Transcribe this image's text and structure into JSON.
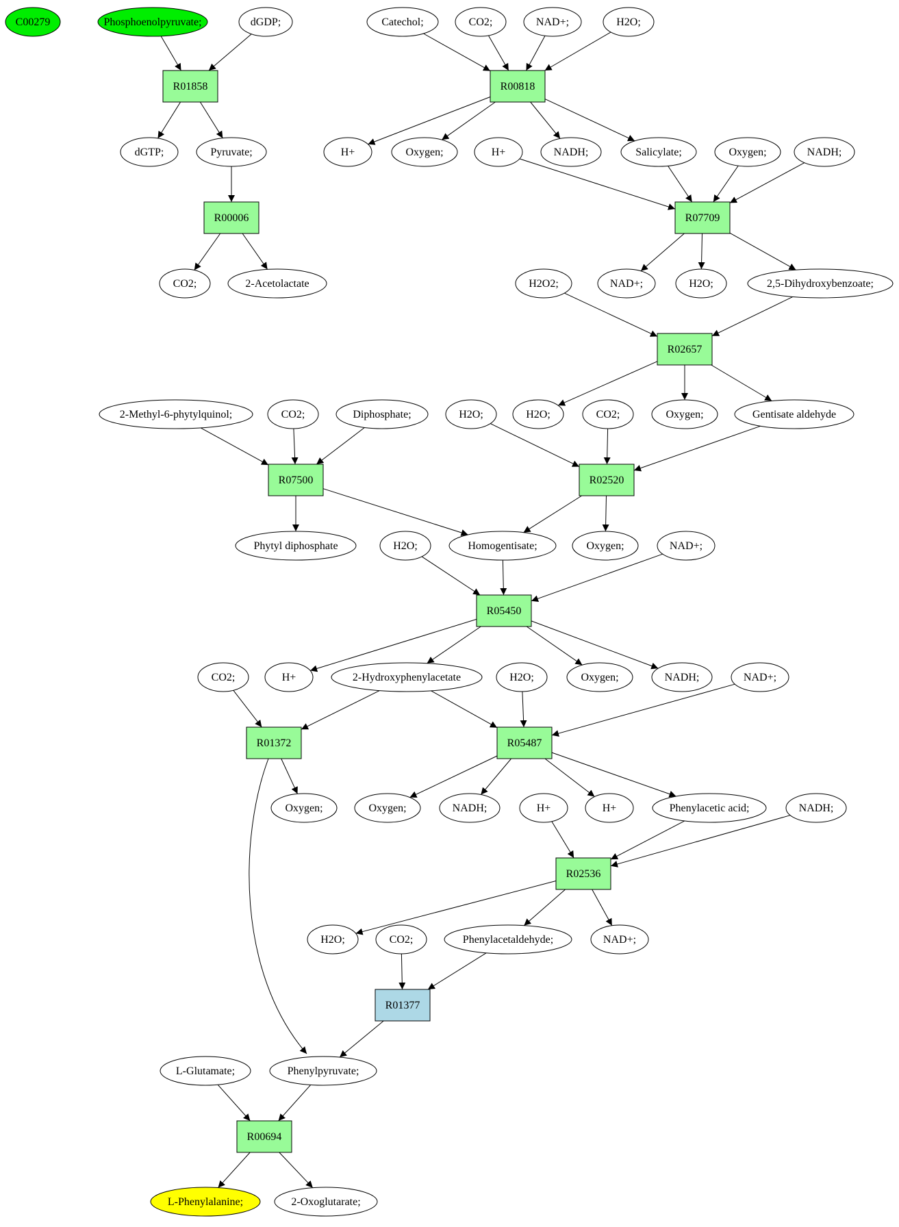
{
  "colors": {
    "reaction": "#98fb98",
    "highlight_reaction": "#add8e6",
    "source": "#00ee00",
    "target": "#ffff00",
    "metabolite": "#ffffff"
  },
  "nodes": [
    {
      "id": "c00279",
      "label": "C00279",
      "kind": "compound",
      "fill": "source"
    },
    {
      "id": "pep",
      "label": "Phosphoenolpyruvate;",
      "kind": "compound",
      "fill": "source"
    },
    {
      "id": "dgdp",
      "label": "dGDP;",
      "kind": "compound"
    },
    {
      "id": "r01858",
      "label": "R01858",
      "kind": "reaction"
    },
    {
      "id": "dgtp",
      "label": "dGTP;",
      "kind": "compound"
    },
    {
      "id": "pyr",
      "label": "Pyruvate;",
      "kind": "compound"
    },
    {
      "id": "r00006",
      "label": "R00006",
      "kind": "reaction"
    },
    {
      "id": "co2_a",
      "label": "CO2;",
      "kind": "compound"
    },
    {
      "id": "acetolactate",
      "label": "2-Acetolactate",
      "kind": "compound"
    },
    {
      "id": "catechol",
      "label": "Catechol;",
      "kind": "compound"
    },
    {
      "id": "co2_b",
      "label": "CO2;",
      "kind": "compound"
    },
    {
      "id": "nadp_a",
      "label": "NAD+;",
      "kind": "compound"
    },
    {
      "id": "h2o_a",
      "label": "H2O;",
      "kind": "compound"
    },
    {
      "id": "r00818",
      "label": "R00818",
      "kind": "reaction"
    },
    {
      "id": "hp_a",
      "label": "H+",
      "kind": "compound"
    },
    {
      "id": "oxy_a",
      "label": "Oxygen;",
      "kind": "compound"
    },
    {
      "id": "hp_b",
      "label": "H+",
      "kind": "compound"
    },
    {
      "id": "nadh_a",
      "label": "NADH;",
      "kind": "compound"
    },
    {
      "id": "salicylate",
      "label": "Salicylate;",
      "kind": "compound"
    },
    {
      "id": "oxy_b",
      "label": "Oxygen;",
      "kind": "compound"
    },
    {
      "id": "nadh_b",
      "label": "NADH;",
      "kind": "compound"
    },
    {
      "id": "r07709",
      "label": "R07709",
      "kind": "reaction"
    },
    {
      "id": "h2o2",
      "label": "H2O2;",
      "kind": "compound"
    },
    {
      "id": "nadp_b",
      "label": "NAD+;",
      "kind": "compound"
    },
    {
      "id": "h2o_b",
      "label": "H2O;",
      "kind": "compound"
    },
    {
      "id": "dhb",
      "label": "2,5-Dihydroxybenzoate;",
      "kind": "compound"
    },
    {
      "id": "r02657",
      "label": "R02657",
      "kind": "reaction"
    },
    {
      "id": "mpq",
      "label": "2-Methyl-6-phytylquinol;",
      "kind": "compound"
    },
    {
      "id": "co2_c",
      "label": "CO2;",
      "kind": "compound"
    },
    {
      "id": "diphosphate",
      "label": "Diphosphate;",
      "kind": "compound"
    },
    {
      "id": "h2o_c",
      "label": "H2O;",
      "kind": "compound"
    },
    {
      "id": "h2o_d",
      "label": "H2O;",
      "kind": "compound"
    },
    {
      "id": "co2_d",
      "label": "CO2;",
      "kind": "compound"
    },
    {
      "id": "oxy_c",
      "label": "Oxygen;",
      "kind": "compound"
    },
    {
      "id": "gentald",
      "label": "Gentisate aldehyde",
      "kind": "compound"
    },
    {
      "id": "r07500",
      "label": "R07500",
      "kind": "reaction"
    },
    {
      "id": "r02520",
      "label": "R02520",
      "kind": "reaction"
    },
    {
      "id": "phytyl",
      "label": "Phytyl diphosphate",
      "kind": "compound"
    },
    {
      "id": "h2o_e",
      "label": "H2O;",
      "kind": "compound"
    },
    {
      "id": "homogent",
      "label": "Homogentisate;",
      "kind": "compound"
    },
    {
      "id": "oxy_d",
      "label": "Oxygen;",
      "kind": "compound"
    },
    {
      "id": "nadp_c",
      "label": "NAD+;",
      "kind": "compound"
    },
    {
      "id": "r05450",
      "label": "R05450",
      "kind": "reaction"
    },
    {
      "id": "co2_e",
      "label": "CO2;",
      "kind": "compound"
    },
    {
      "id": "hp_c",
      "label": "H+",
      "kind": "compound"
    },
    {
      "id": "hpa",
      "label": "2-Hydroxyphenylacetate",
      "kind": "compound"
    },
    {
      "id": "h2o_f",
      "label": "H2O;",
      "kind": "compound"
    },
    {
      "id": "oxy_e",
      "label": "Oxygen;",
      "kind": "compound"
    },
    {
      "id": "nadh_c",
      "label": "NADH;",
      "kind": "compound"
    },
    {
      "id": "nadp_d",
      "label": "NAD+;",
      "kind": "compound"
    },
    {
      "id": "r01372",
      "label": "R01372",
      "kind": "reaction"
    },
    {
      "id": "r05487",
      "label": "R05487",
      "kind": "reaction"
    },
    {
      "id": "oxy_f",
      "label": "Oxygen;",
      "kind": "compound"
    },
    {
      "id": "oxy_g",
      "label": "Oxygen;",
      "kind": "compound"
    },
    {
      "id": "nadh_d",
      "label": "NADH;",
      "kind": "compound"
    },
    {
      "id": "hp_d",
      "label": "H+",
      "kind": "compound"
    },
    {
      "id": "hp_e",
      "label": "H+",
      "kind": "compound"
    },
    {
      "id": "paa",
      "label": "Phenylacetic acid;",
      "kind": "compound"
    },
    {
      "id": "nadh_e",
      "label": "NADH;",
      "kind": "compound"
    },
    {
      "id": "r02536",
      "label": "R02536",
      "kind": "reaction"
    },
    {
      "id": "h2o_g",
      "label": "H2O;",
      "kind": "compound"
    },
    {
      "id": "co2_f",
      "label": "CO2;",
      "kind": "compound"
    },
    {
      "id": "phald",
      "label": "Phenylacetaldehyde;",
      "kind": "compound"
    },
    {
      "id": "nadp_e",
      "label": "NAD+;",
      "kind": "compound"
    },
    {
      "id": "r01377",
      "label": "R01377",
      "kind": "reaction",
      "fill": "highlight_reaction"
    },
    {
      "id": "lglu",
      "label": "L-Glutamate;",
      "kind": "compound"
    },
    {
      "id": "phpyr",
      "label": "Phenylpyruvate;",
      "kind": "compound"
    },
    {
      "id": "r00694",
      "label": "R00694",
      "kind": "reaction"
    },
    {
      "id": "lphe",
      "label": "L-Phenylalanine;",
      "kind": "compound",
      "fill": "target"
    },
    {
      "id": "oxoglut",
      "label": "2-Oxoglutarate;",
      "kind": "compound"
    }
  ],
  "edges": [
    [
      "pep",
      "r01858"
    ],
    [
      "dgdp",
      "r01858"
    ],
    [
      "r01858",
      "dgtp"
    ],
    [
      "r01858",
      "pyr"
    ],
    [
      "pyr",
      "r00006"
    ],
    [
      "r00006",
      "co2_a"
    ],
    [
      "r00006",
      "acetolactate"
    ],
    [
      "catechol",
      "r00818"
    ],
    [
      "co2_b",
      "r00818"
    ],
    [
      "nadp_a",
      "r00818"
    ],
    [
      "h2o_a",
      "r00818"
    ],
    [
      "r00818",
      "hp_a"
    ],
    [
      "r00818",
      "oxy_a"
    ],
    [
      "r00818",
      "nadh_a"
    ],
    [
      "r00818",
      "salicylate"
    ],
    [
      "hp_b",
      "r07709"
    ],
    [
      "salicylate",
      "r07709"
    ],
    [
      "oxy_b",
      "r07709"
    ],
    [
      "nadh_b",
      "r07709"
    ],
    [
      "r07709",
      "nadp_b"
    ],
    [
      "r07709",
      "h2o_b"
    ],
    [
      "r07709",
      "dhb"
    ],
    [
      "h2o2",
      "r02657"
    ],
    [
      "dhb",
      "r02657"
    ],
    [
      "r02657",
      "h2o_d"
    ],
    [
      "r02657",
      "oxy_c"
    ],
    [
      "r02657",
      "gentald"
    ],
    [
      "mpq",
      "r07500"
    ],
    [
      "co2_c",
      "r07500"
    ],
    [
      "diphosphate",
      "r07500"
    ],
    [
      "r07500",
      "phytyl"
    ],
    [
      "r07500",
      "homogent"
    ],
    [
      "h2o_c",
      "r02520"
    ],
    [
      "co2_d",
      "r02520"
    ],
    [
      "gentald",
      "r02520"
    ],
    [
      "r02520",
      "homogent"
    ],
    [
      "r02520",
      "oxy_d"
    ],
    [
      "h2o_e",
      "r05450"
    ],
    [
      "homogent",
      "r05450"
    ],
    [
      "nadp_c",
      "r05450"
    ],
    [
      "r05450",
      "hp_c"
    ],
    [
      "r05450",
      "hpa"
    ],
    [
      "r05450",
      "oxy_e"
    ],
    [
      "r05450",
      "nadh_c"
    ],
    [
      "co2_e",
      "r01372"
    ],
    [
      "hpa",
      "r01372"
    ],
    [
      "r01372",
      "oxy_f"
    ],
    [
      "r01372",
      "phpyr"
    ],
    [
      "hpa",
      "r05487"
    ],
    [
      "h2o_f",
      "r05487"
    ],
    [
      "nadp_d",
      "r05487"
    ],
    [
      "r05487",
      "oxy_g"
    ],
    [
      "r05487",
      "nadh_d"
    ],
    [
      "r05487",
      "hp_e"
    ],
    [
      "r05487",
      "paa"
    ],
    [
      "hp_d",
      "r02536"
    ],
    [
      "paa",
      "r02536"
    ],
    [
      "nadh_e",
      "r02536"
    ],
    [
      "r02536",
      "h2o_g"
    ],
    [
      "r02536",
      "phald"
    ],
    [
      "r02536",
      "nadp_e"
    ],
    [
      "co2_f",
      "r01377"
    ],
    [
      "phald",
      "r01377"
    ],
    [
      "r01377",
      "phpyr"
    ],
    [
      "lglu",
      "r00694"
    ],
    [
      "phpyr",
      "r00694"
    ],
    [
      "r00694",
      "lphe"
    ],
    [
      "r00694",
      "oxoglut"
    ]
  ]
}
